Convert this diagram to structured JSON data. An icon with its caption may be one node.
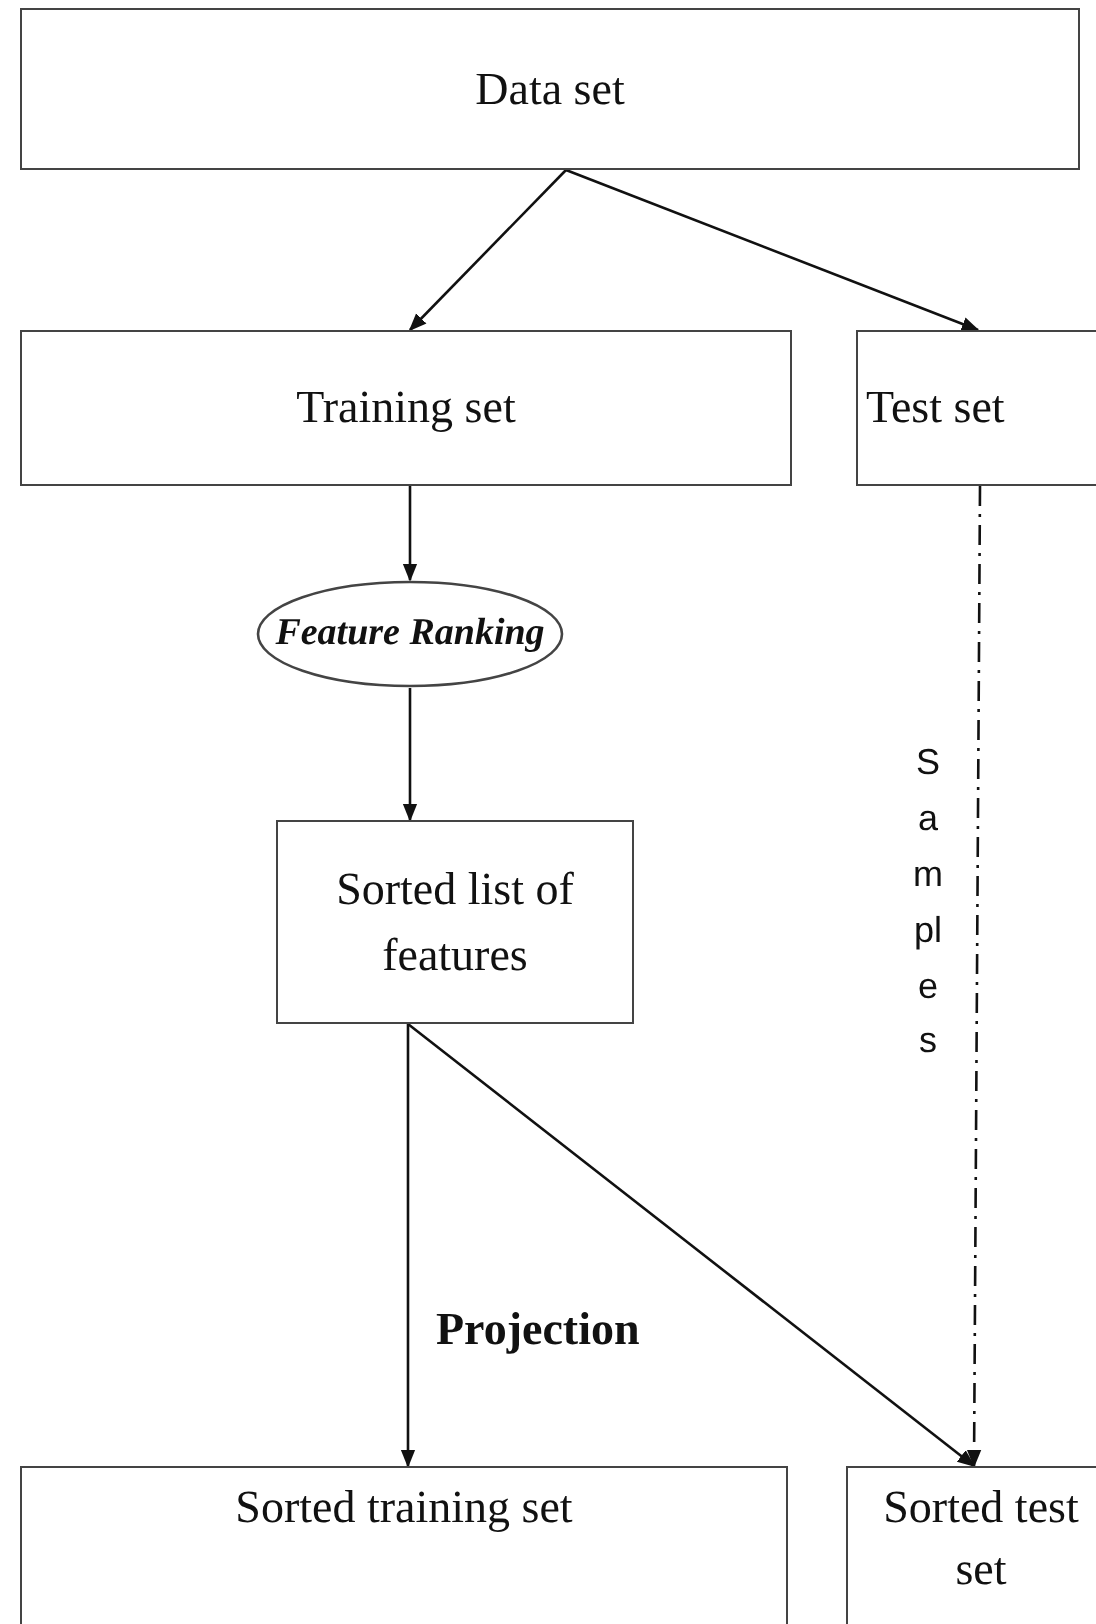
{
  "diagram": {
    "nodes": [
      {
        "text": [
          "Data set"
        ]
      },
      {
        "text": [
          "Training set"
        ]
      },
      {
        "text": [
          "Test set"
        ]
      },
      {
        "text": [
          "Feature Ranking"
        ]
      },
      {
        "text": [
          "Sorted list of features"
        ]
      },
      {
        "text": [
          "Sorted training set"
        ]
      },
      {
        "text": [
          "Sorted test set"
        ]
      }
    ],
    "edges": [
      {
        "from": 0,
        "to": 1,
        "arrow": "to"
      },
      {
        "from": 0,
        "to": 2,
        "arrow": "to"
      },
      {
        "from": 1,
        "to": 3,
        "arrow": "to"
      },
      {
        "from": 3,
        "to": 4,
        "arrow": "to"
      },
      {
        "from": 4,
        "to": 5,
        "arrow": "to"
      },
      {
        "from": 4,
        "to": 6,
        "arrow": "to"
      },
      {
        "from": 2,
        "to": 6,
        "arrow": "to",
        "style": "dashed",
        "label": "Samples"
      }
    ],
    "labels": [
      "Projection"
    ]
  }
}
